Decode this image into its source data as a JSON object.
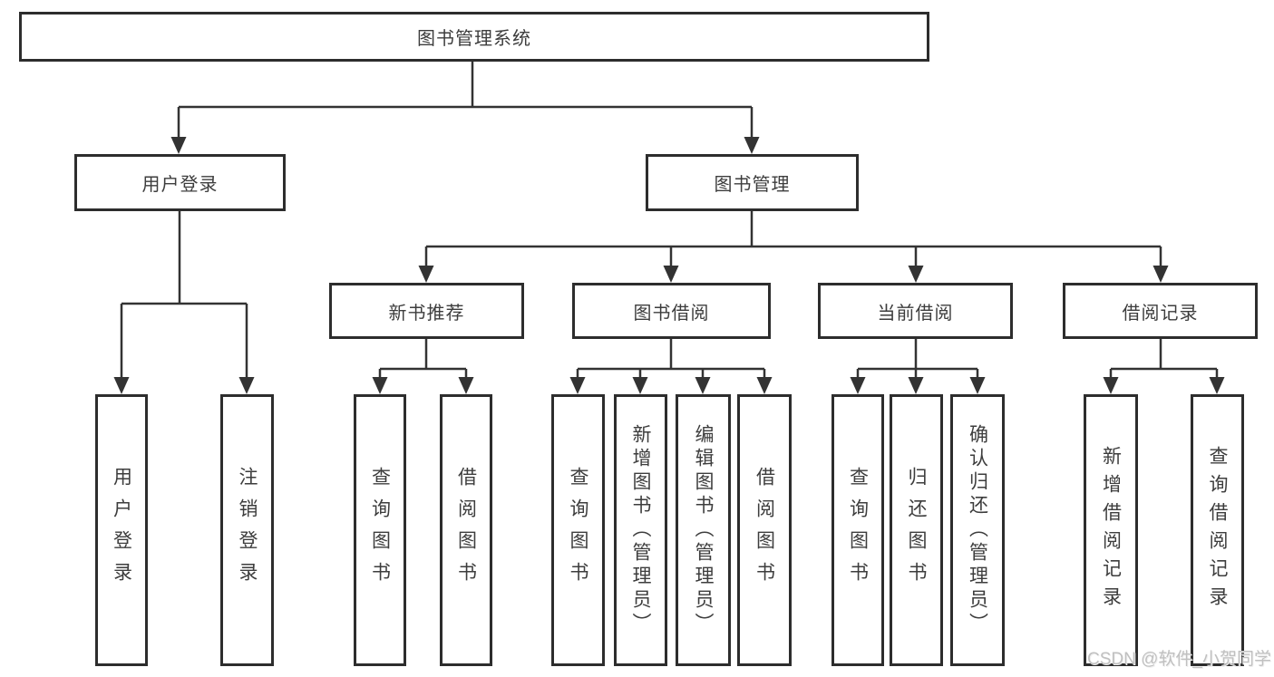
{
  "colors": {
    "background": "#ffffff",
    "box_border": "#2d2d2d",
    "connector_line": "#333333",
    "node_text": "#3d3d3d",
    "watermark_text": "#c0c0c0"
  },
  "watermark": "CSDN @软件_小贺同学",
  "tree": {
    "root": {
      "label": "图书管理系统",
      "children": [
        {
          "label": "用户登录",
          "children": [
            {
              "label": "用户登录"
            },
            {
              "label": "注销登录"
            }
          ]
        },
        {
          "label": "图书管理",
          "children": [
            {
              "label": "新书推荐",
              "children": [
                {
                  "label": "查询图书"
                },
                {
                  "label": "借阅图书"
                }
              ]
            },
            {
              "label": "图书借阅",
              "children": [
                {
                  "label": "查询图书"
                },
                {
                  "label": "新增图书（管理员）"
                },
                {
                  "label": "编辑图书（管理员）"
                },
                {
                  "label": "借阅图书"
                }
              ]
            },
            {
              "label": "当前借阅",
              "children": [
                {
                  "label": "查询图书"
                },
                {
                  "label": "归还图书"
                },
                {
                  "label": "确认归还（管理员）"
                }
              ]
            },
            {
              "label": "借阅记录",
              "children": [
                {
                  "label": "新增借阅记录"
                },
                {
                  "label": "查询借阅记录"
                }
              ]
            }
          ]
        }
      ]
    }
  }
}
